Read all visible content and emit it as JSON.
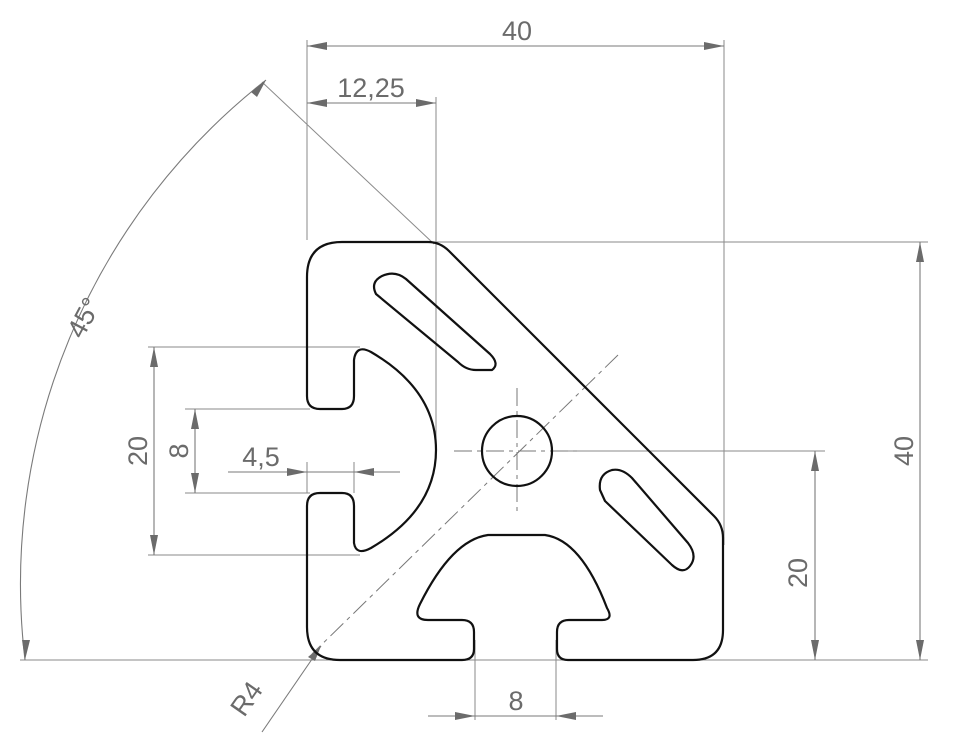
{
  "dimensions": {
    "width_top": "40",
    "offset_top": "12,25",
    "height_right": "40",
    "height_half": "20",
    "slot_span": "20",
    "slot_width": "8",
    "lip_depth": "4,5",
    "bottom_slot": "8",
    "angle": "45°",
    "corner_radius": "R4"
  },
  "colors": {
    "profile": "#111111",
    "dimension": "#6b6b6b",
    "background": "#ffffff"
  }
}
